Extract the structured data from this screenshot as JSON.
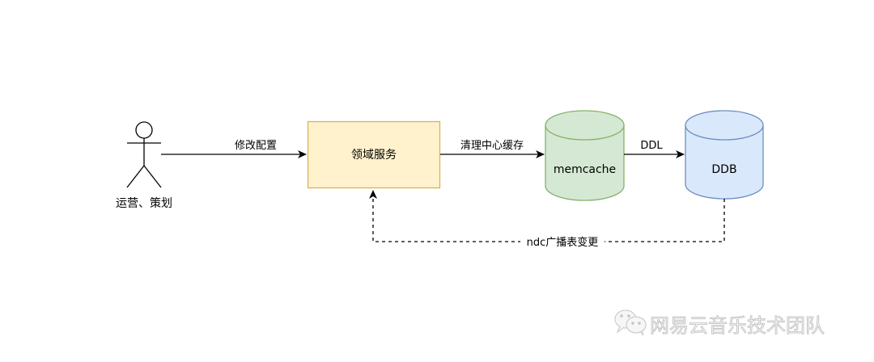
{
  "diagram": {
    "actor": {
      "label": "运营、策划"
    },
    "nodes": {
      "domain_service": {
        "label": "领域服务",
        "fill": "#fff2cc",
        "stroke": "#d6b656"
      },
      "memcache": {
        "label": "memcache",
        "fill": "#d5e8d4",
        "stroke": "#82b366"
      },
      "ddb": {
        "label": "DDB",
        "fill": "#dae8fc",
        "stroke": "#6c8ebf"
      }
    },
    "edges": {
      "modify_config": {
        "label": "修改配置",
        "from": "actor",
        "to": "domain_service",
        "style": "solid"
      },
      "clear_cache": {
        "label": "清理中心缓存",
        "from": "domain_service",
        "to": "memcache",
        "style": "solid"
      },
      "ddl": {
        "label": "DDL",
        "from": "memcache",
        "to": "ddb",
        "style": "solid"
      },
      "ndc_broadcast": {
        "label": "ndc广播表变更",
        "from": "ddb",
        "to": "domain_service",
        "style": "dashed"
      }
    }
  },
  "watermark": {
    "icon": "wechat-icon",
    "text": "网易云音乐技术团队"
  }
}
